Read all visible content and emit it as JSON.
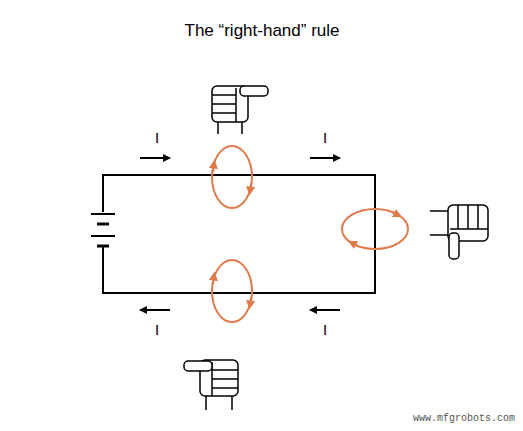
{
  "diagram": {
    "title": "The “right-hand” rule",
    "labels": [
      "I",
      "I",
      "I",
      "I",
      "www.mfgrobots.com"
    ]
  }
}
